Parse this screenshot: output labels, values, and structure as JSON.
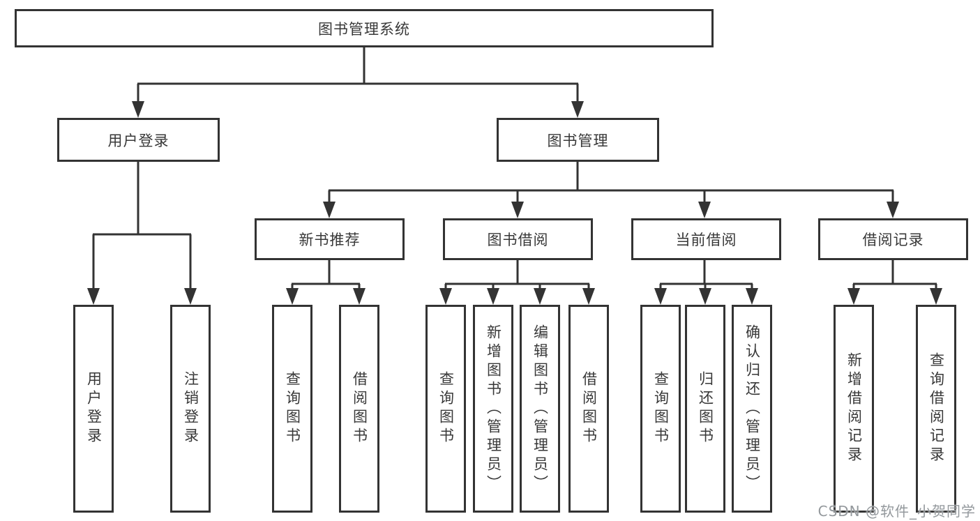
{
  "diagram": {
    "title": "图书管理系统",
    "tree": {
      "label": "图书管理系统",
      "children": [
        {
          "label": "用户登录",
          "children": [
            {
              "label": "用户登录"
            },
            {
              "label": "注销登录"
            }
          ]
        },
        {
          "label": "图书管理",
          "children": [
            {
              "label": "新书推荐",
              "children": [
                {
                  "label": "查询图书"
                },
                {
                  "label": "借阅图书"
                }
              ]
            },
            {
              "label": "图书借阅",
              "children": [
                {
                  "label": "查询图书"
                },
                {
                  "label": "新增图书（管理员）"
                },
                {
                  "label": "编辑图书（管理员）"
                },
                {
                  "label": "借阅图书"
                }
              ]
            },
            {
              "label": "当前借阅",
              "children": [
                {
                  "label": "查询图书"
                },
                {
                  "label": "归还图书"
                },
                {
                  "label": "确认归还（管理员）"
                }
              ]
            },
            {
              "label": "借阅记录",
              "children": [
                {
                  "label": "新增借阅记录"
                },
                {
                  "label": "查询借阅记录"
                }
              ]
            }
          ]
        }
      ]
    },
    "colors": {
      "line": "#333333",
      "box_border": "#333333",
      "background": "#ffffff",
      "watermark_text": "#93989c"
    }
  },
  "watermark": {
    "text": "CSDN @软件_小贺同学"
  }
}
